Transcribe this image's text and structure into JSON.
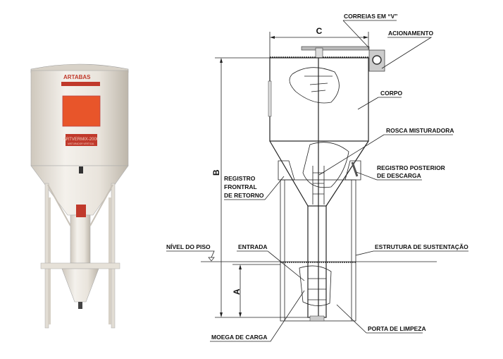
{
  "photo": {
    "brand": "ARTABAS",
    "model_plate": "ARTVERMIX-2000",
    "model_subtitle": "MISTURADOR VERTICAL"
  },
  "dimensions": {
    "a": "A",
    "b": "B",
    "c": "C"
  },
  "labels": {
    "correias": "CORREIAS EM “V”",
    "acionamento": "ACIONAMENTO",
    "corpo": "CORPO",
    "rosca": "ROSCA MISTURADORA",
    "registro_posterior_1": "REGISTRO POSTERIOR",
    "registro_posterior_2": "DE DESCARGA",
    "registro_frontral_1": "REGISTRO",
    "registro_frontral_2": "FRONTRAL",
    "registro_frontral_3": "DE RETORNO",
    "nivel_piso": "NÍVEL DO PISO",
    "entrada": "ENTRADA",
    "estrutura": "ESTRUTURA DE SUSTENTAÇÃO",
    "moega": "MOEGA DE CARGA",
    "porta": "PORTA DE LIMPEZA"
  },
  "colors": {
    "orange": "#e8552a",
    "red": "#c0392b",
    "body": "#ece7df"
  }
}
